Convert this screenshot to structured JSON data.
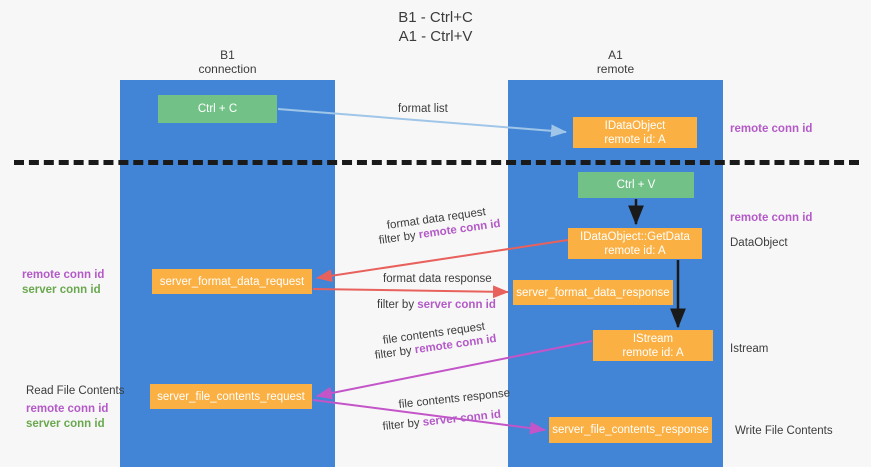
{
  "title": {
    "line1": "B1 - Ctrl+C",
    "line2": "A1 - Ctrl+V"
  },
  "columns": [
    {
      "id": "b1",
      "line1": "B1",
      "line2": "connection",
      "color": "#4285d6"
    },
    {
      "id": "a1",
      "line1": "A1",
      "line2": "remote",
      "color": "#4285d6"
    }
  ],
  "nodes": {
    "ctrl_c": {
      "label": "Ctrl + C",
      "color": "#72c287"
    },
    "idataobject": {
      "line1": "IDataObject",
      "line2": "remote id: A",
      "color": "#fbb043"
    },
    "ctrl_v": {
      "label": "Ctrl + V",
      "color": "#72c287"
    },
    "getdata": {
      "line1": "IDataObject::GetData",
      "line2": "remote id: A",
      "color": "#fbb043"
    },
    "server_format_data_request": {
      "label": "server_format_data_request",
      "color": "#fbb043"
    },
    "server_format_data_response": {
      "label": "server_format_data_response",
      "color": "#fbb043"
    },
    "istream": {
      "line1": "IStream",
      "line2": "remote id: A",
      "color": "#fbb043"
    },
    "server_file_contents_request": {
      "label": "server_file_contents_request",
      "color": "#fbb043"
    },
    "server_file_contents_response": {
      "label": "server_file_contents_response",
      "color": "#fbb043"
    }
  },
  "edge_labels": {
    "format_list": "format list",
    "format_data_request": "format data request",
    "filter_by": "filter by ",
    "remote_conn_id": "remote conn id",
    "format_data_response": "format data response",
    "server_conn_id": "server conn id",
    "file_contents_request": "file contents request",
    "file_contents_response": "file contents response"
  },
  "side_labels": {
    "right_remote_conn_id_top": "remote conn id",
    "right_remote_conn_id_mid": "remote conn id",
    "right_dataobject": "DataObject",
    "right_istream": "Istream",
    "right_write_file_contents": "Write File Contents",
    "left_remote_conn_id_1": "remote conn id",
    "left_server_conn_id_1": "server conn id",
    "left_read_file_contents": "Read File Contents",
    "left_remote_conn_id_2": "remote conn id",
    "left_server_conn_id_2": "server conn id"
  },
  "colors": {
    "band_blue": "#4285d6",
    "node_green": "#72c287",
    "node_orange": "#fbb043",
    "accent_purple": "#b45ac8",
    "accent_green": "#6aa84f",
    "arrow_blue": "#9fc5e8",
    "arrow_red": "#e8615c",
    "arrow_black": "#1a1a1a",
    "arrow_magenta": "#c355c8",
    "divider_black": "#1a1a1a",
    "background": "#f7f7f7"
  }
}
